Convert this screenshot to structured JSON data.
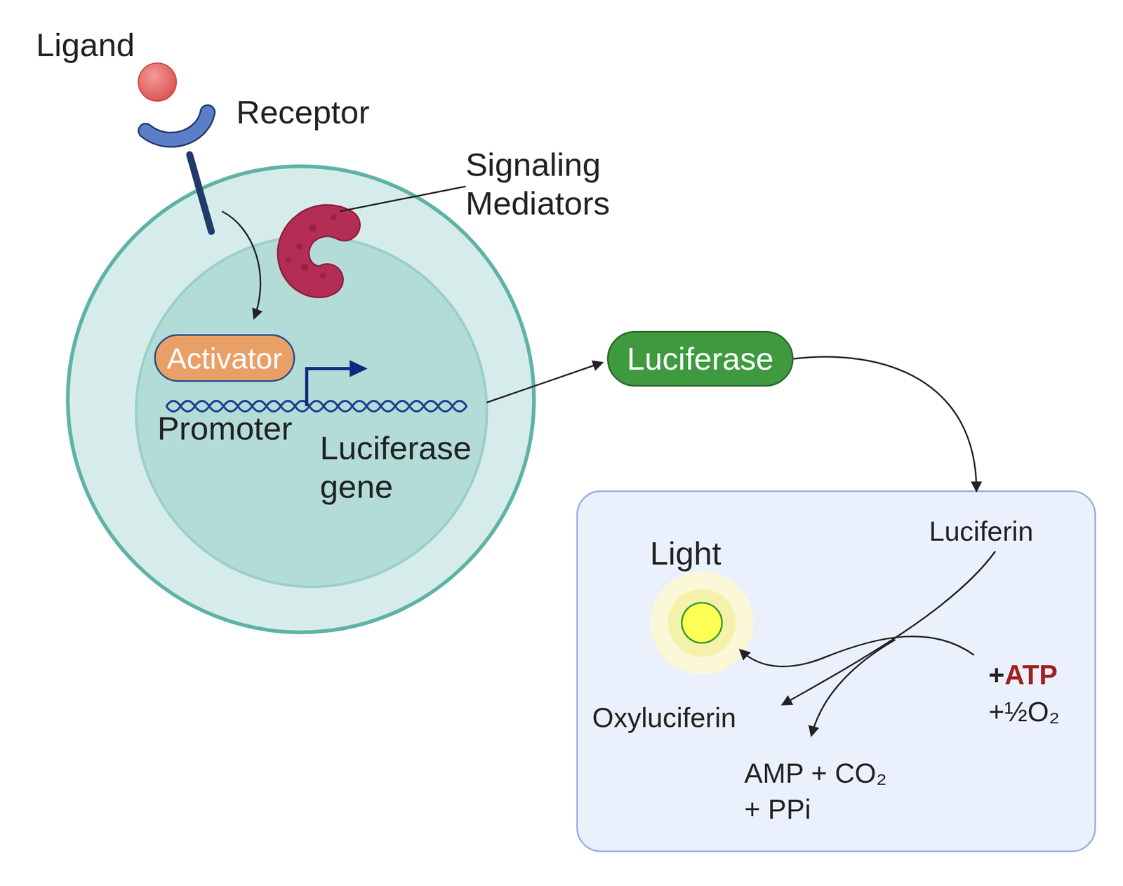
{
  "diagram": {
    "nodes": [
      {
        "text": [
          "Activator"
        ]
      },
      {
        "text": [
          "Luciferase"
        ]
      },
      {
        "text": [
          "Luciferin",
          "Light",
          "+ATP +½O₂",
          "Oxyluciferin",
          "AMP + CO₂ + PPi"
        ]
      }
    ],
    "edges": [
      {
        "from": 1,
        "to": 2,
        "arrow": "to"
      }
    ],
    "labels": [
      "Ligand",
      "Receptor",
      "Signaling Mediators",
      "Promoter",
      "Luciferase gene"
    ]
  }
}
